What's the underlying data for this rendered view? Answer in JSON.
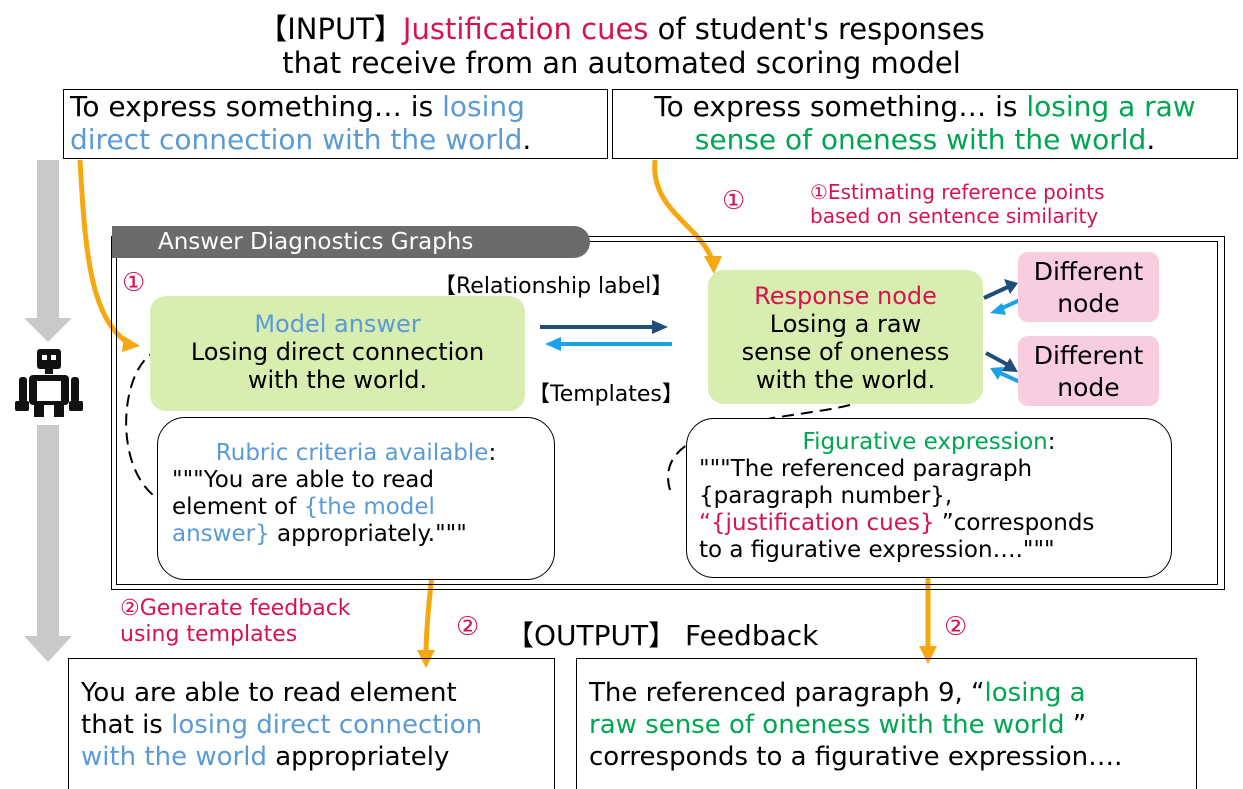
{
  "title": {
    "line1_prefix": "【INPUT】",
    "line1_highlight": "Justification cues",
    "line1_suffix": " of student's responses",
    "line2": "that receive from an automated scoring model"
  },
  "input_left": {
    "plain": "To express something… is ",
    "highlight": "losing direct connection with the world",
    "end": "."
  },
  "input_right": {
    "plain": "To express something… is ",
    "highlight": "losing a raw sense of oneness with the world",
    "end": "."
  },
  "step1": {
    "marker": "①",
    "label_line1": "①Estimating reference points",
    "label_line2": "based on sentence similarity"
  },
  "graph": {
    "title": "Answer Diagnostics Graphs",
    "relationship_label": "【Relationship label】",
    "templates_label": "【Templates】",
    "model_answer": {
      "heading": "Model answer",
      "line1": "Losing direct connection",
      "line2": "with the world."
    },
    "response_node": {
      "heading": "Response node",
      "line1": "Losing a raw",
      "line2": "sense of oneness",
      "line3": "with the world."
    },
    "different_node_1": {
      "line1": "Different",
      "line2": "node"
    },
    "different_node_2": {
      "line1": "Different",
      "line2": "node"
    },
    "rubric": {
      "heading": "Rubric criteria available",
      "colon": ":",
      "line1": "\"\"\"You are able to read",
      "line2_plain": "element of ",
      "line2_highlight": "{the model",
      "line3_highlight": "answer}",
      "line3_plain": " appropriately.\"\"\""
    },
    "figurative": {
      "heading": "Figurative expression",
      "colon": ":",
      "line1": "\"\"\"The referenced paragraph",
      "line2": "{paragraph number},",
      "line3_open": "“",
      "line3_highlight": "{justification cues}",
      "line3_plain": " ”corresponds",
      "line4": "to a figurative expression….\"\"\""
    }
  },
  "step2": {
    "marker": "②",
    "label_line1": "②Generate feedback",
    "label_line2": "using templates"
  },
  "output_title": "【OUTPUT】 Feedback",
  "output_left": {
    "line1": "You are able to read  element",
    "line2_plain": "that is ",
    "line2_highlight": "losing direct connection",
    "line3_highlight": "with the world",
    "line3_plain": " appropriately"
  },
  "output_right": {
    "line1_plain": "The referenced paragraph 9, “",
    "line1_highlight": "losing a",
    "line2_highlight": "raw sense of oneness with the world",
    "line2_plain": " ”",
    "line3": "corresponds to a figurative expression…."
  },
  "colors": {
    "red": "#d6134f",
    "blue": "#5b9bd5",
    "green": "#00a651",
    "orange_arrow": "#f5a810",
    "node_green": "#d8edb0",
    "node_pink": "#f9cde0",
    "graph_title_bg": "#6b6b6b",
    "arrow_dark": "#1f4e79",
    "arrow_light": "#1aa3e8"
  },
  "icons": [
    "robot-icon",
    "gray-flow-arrow-icon",
    "orange-arrow-icon"
  ]
}
